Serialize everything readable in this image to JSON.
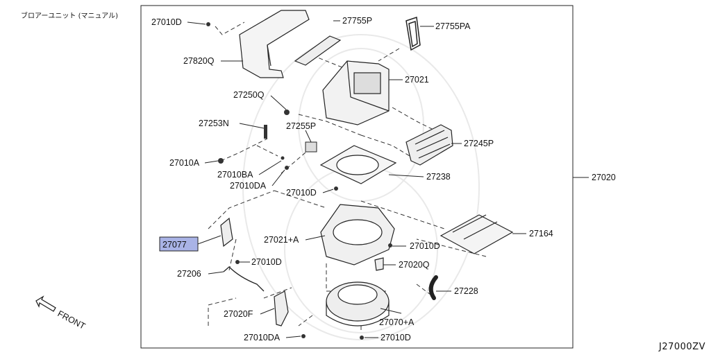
{
  "header": {
    "title": "ブロアーユニット (マニュアル)"
  },
  "diagram_code": "J27000ZV",
  "front_label": "FRONT",
  "assembly_part": "27020",
  "parts": {
    "p27010D_top": "27010D",
    "p27755P": "27755P",
    "p27755PA": "27755PA",
    "p27820Q": "27820Q",
    "p27021": "27021",
    "p27250Q": "27250Q",
    "p27253N": "27253N",
    "p27255P": "27255P",
    "p27245P": "27245P",
    "p27010A": "27010A",
    "p27010BA": "27010BA",
    "p27010DA_mid": "27010DA",
    "p27238": "27238",
    "p27010D_mid": "27010D",
    "p27021A": "27021+A",
    "p27077": "27077",
    "p27164": "27164",
    "p27010D_right": "27010D",
    "p27010D_left": "27010D",
    "p27020Q": "27020Q",
    "p27206": "27206",
    "p27228": "27228",
    "p27020F": "27020F",
    "p27070A": "27070+A",
    "p27010DA_bot": "27010DA",
    "p27010D_bot": "27010D"
  },
  "highlight": {
    "color": "#a9b3e6",
    "part": "27077"
  }
}
